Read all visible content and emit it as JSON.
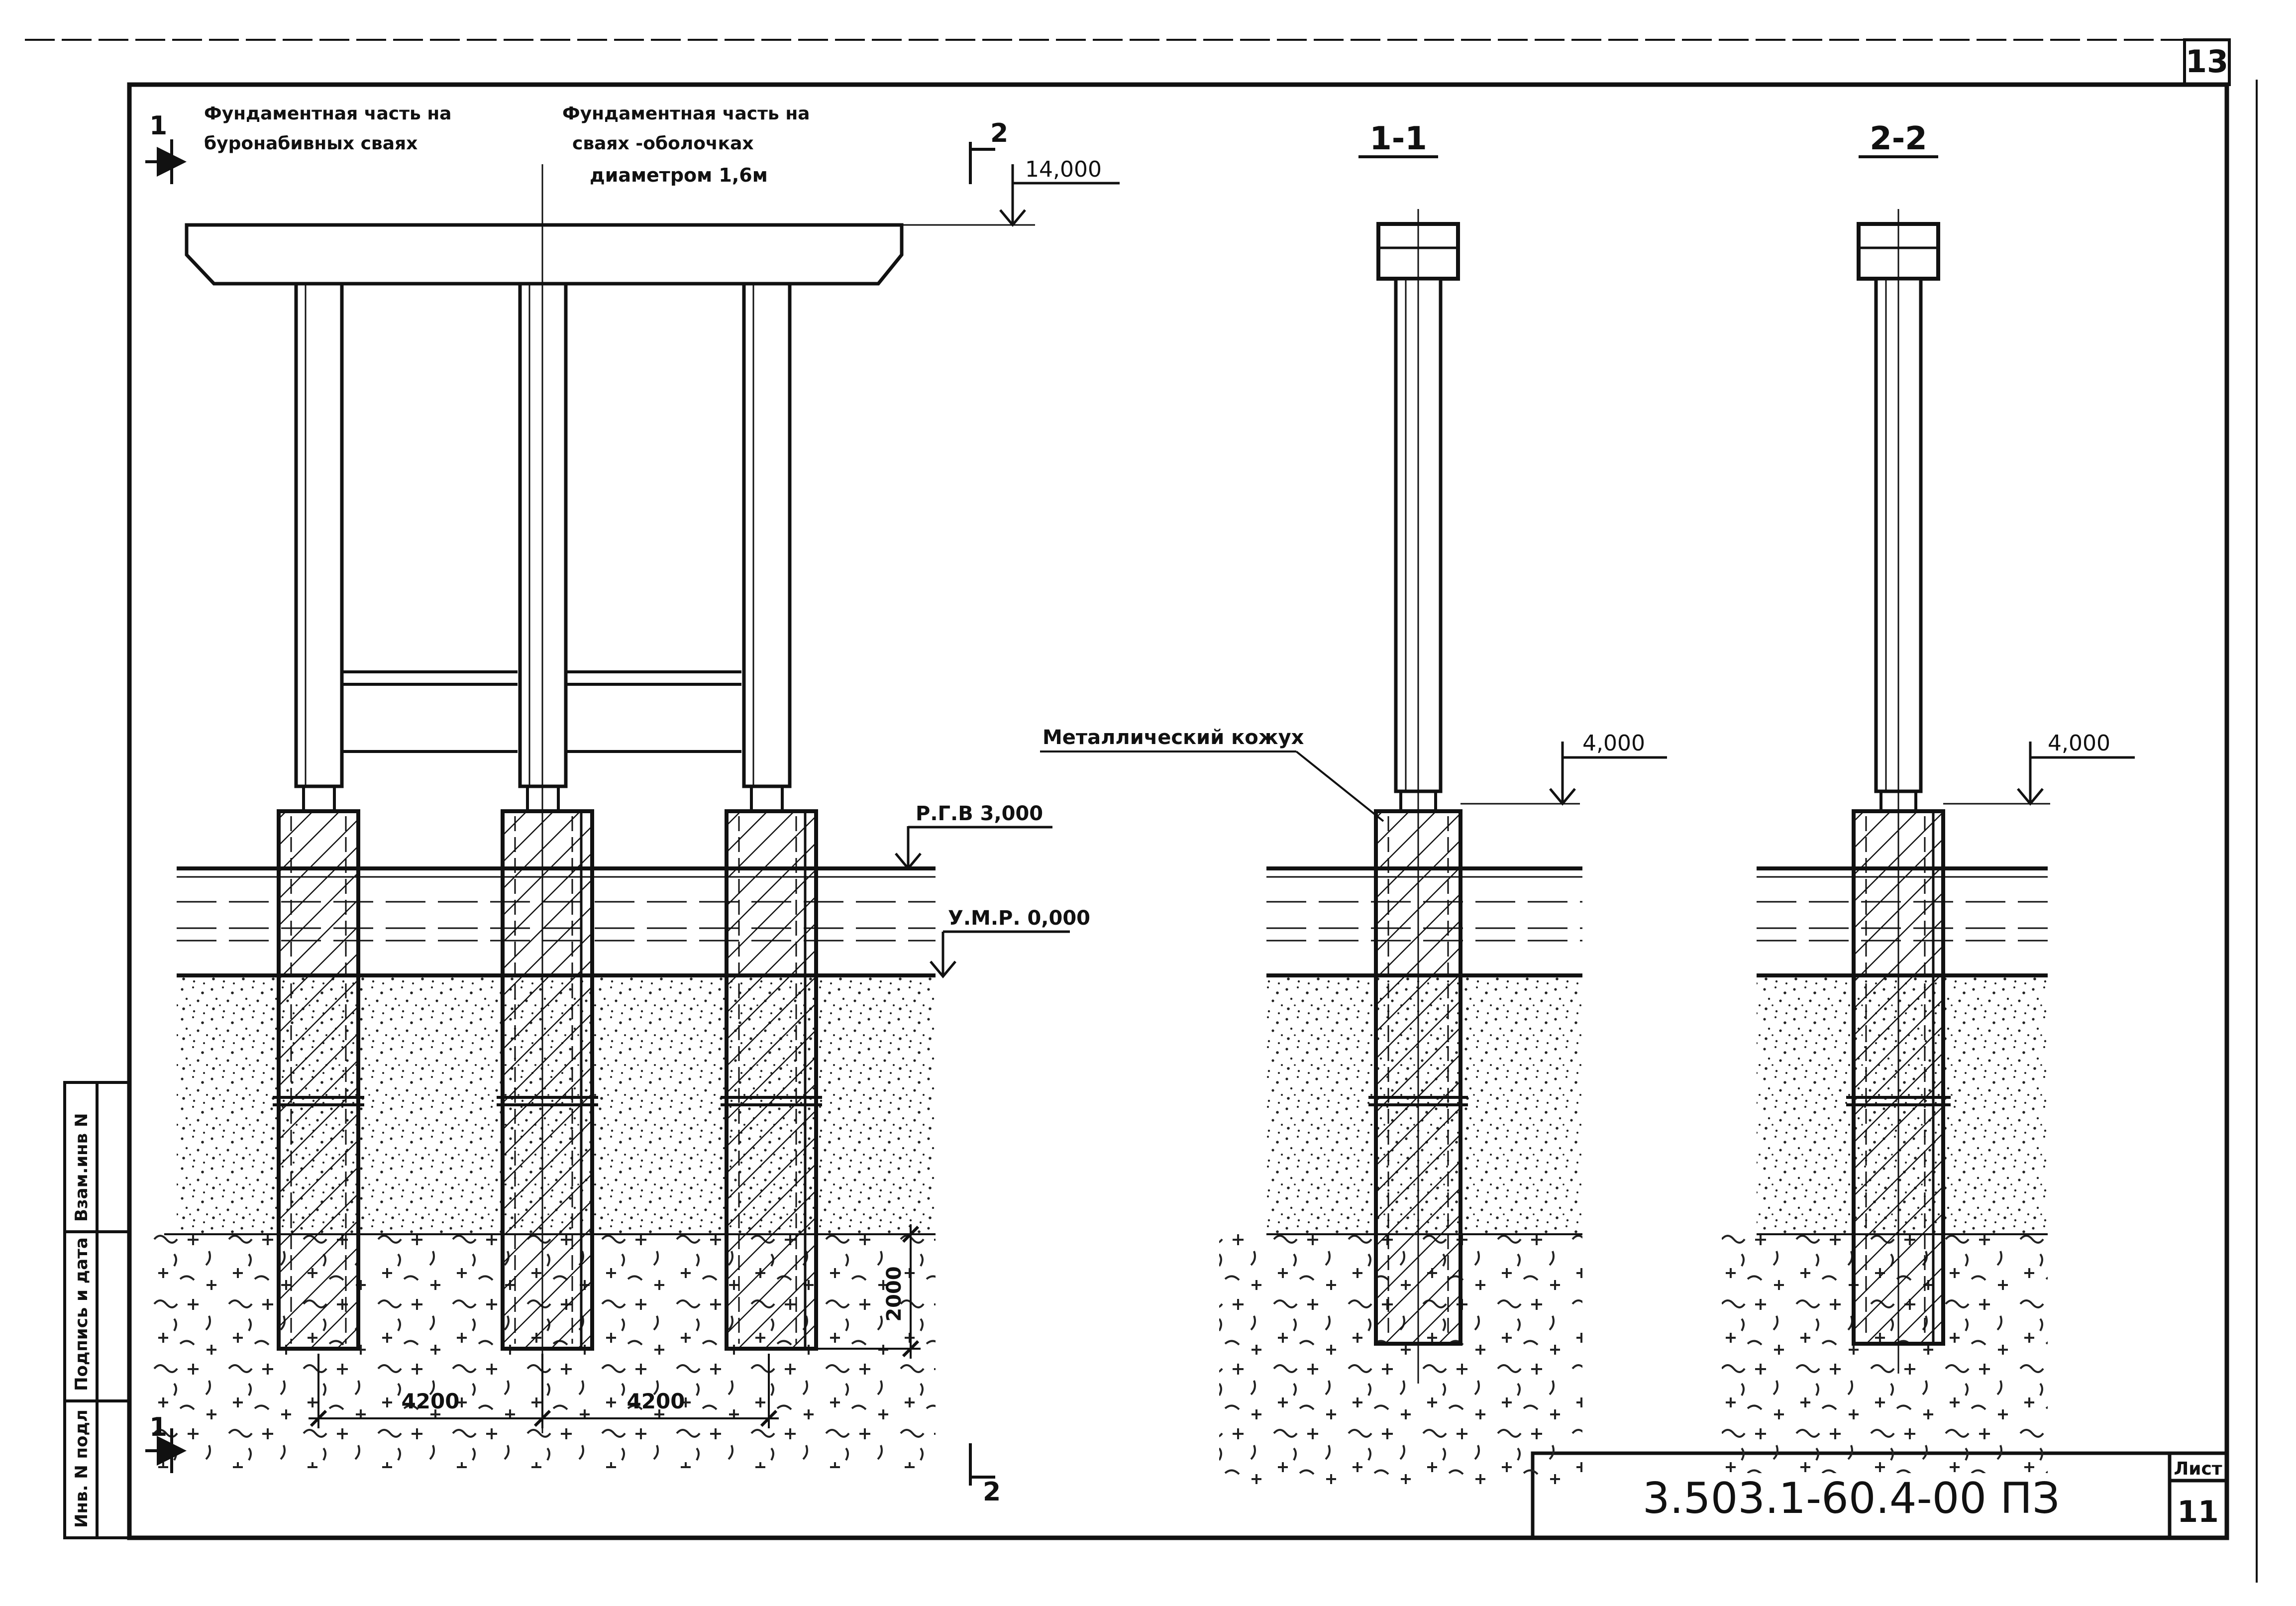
{
  "sheet_corner_number": "13",
  "labels": {
    "part_bored_line1": "Фундаментная часть на",
    "part_bored_line2": "буронабивных сваях",
    "part_shell_line1": "Фундаментная часть на",
    "part_shell_line2": "сваях -оболочках",
    "part_shell_line3": "диаметром 1,6м",
    "metal_casing": "Металлический кожух"
  },
  "section_marks": {
    "left_top": "1",
    "left_bottom": "1",
    "right_top": "2",
    "right_bottom": "2",
    "section_1": "1-1",
    "section_2": "2-2"
  },
  "levels": {
    "top": "14,000",
    "rgv": "Р.Г.В 3,000",
    "umr": "У.М.Р. 0,000",
    "section1_top": "4,000",
    "section2_top": "4,000"
  },
  "dimensions": {
    "span_left": "4200",
    "span_right": "4200",
    "embed_depth": "2000"
  },
  "side_stamp": {
    "inv_no": "Инв. N подл",
    "signature_date": "Подпись и дата",
    "replaces_inv": "Взам.инв N"
  },
  "title_block": {
    "designation": "3.503.1-60.4-00 ПЗ",
    "sheet_label": "Лист",
    "sheet_number": "11"
  },
  "colors": {
    "ink": "#111111",
    "paper": "#ffffff"
  }
}
